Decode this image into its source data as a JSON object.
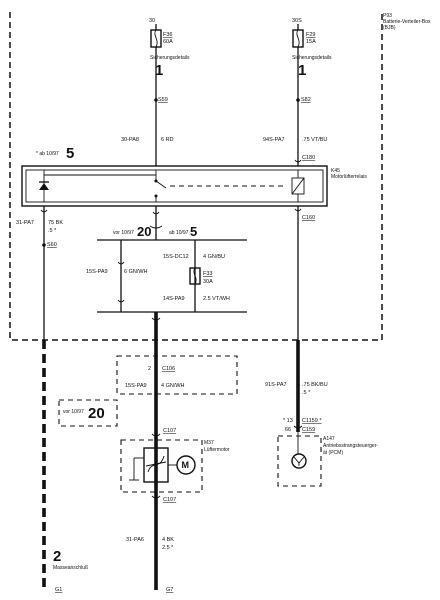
{
  "power_box": {
    "code": "P93",
    "name": "Batterie-Verteiler-Box",
    "code2": "(BJB)"
  },
  "left_feed": {
    "terminal": "30",
    "fuse": "F36",
    "rating": "60A",
    "details": "Sicherungsdetails",
    "ref": "1",
    "splice": "S59",
    "circuit": "30-PA8",
    "wire": "6 RD"
  },
  "right_feed": {
    "terminal": "30S",
    "fuse": "F29",
    "rating": "15A",
    "details": "Sicherungsdetails",
    "ref": "1",
    "splice": "S82",
    "circuit": "94S-PA7",
    "wire": ".75 VT/BU",
    "connector_top": "C180",
    "connector_bottom": "C160"
  },
  "relay": {
    "note": "* ab 10/97",
    "ref": "5",
    "code": "K45",
    "name": "Motorlüfterrelais"
  },
  "left_ground": {
    "circuit": "31-PA7",
    "wire": "75 BK",
    "wire2": ".5 *",
    "splice": "S60"
  },
  "branch": {
    "before_note": "vor 10/97",
    "before_ref": "20",
    "after_note": "ab 10/97",
    "after_ref": "5",
    "left_circuit": "15S-PA9",
    "left_wire": "6 GN/WH",
    "right_circuit_top": "15S-DC12",
    "right_wire_top": "4 GN/BU",
    "fuse": "F33",
    "fuse_rating": "30A",
    "right_circuit_bottom": "14S-PA9",
    "right_wire_bottom": "2.5 VT/WH"
  },
  "connector_c106": {
    "pin": "2",
    "code": "C106",
    "circuit": "15S-PA9",
    "wire": "4 GN/WH"
  },
  "side_note": {
    "note": "vor 10/97",
    "ref": "20"
  },
  "motor": {
    "connector_top": "C107",
    "code": "M37",
    "name": "Lüftermotor",
    "connector_bottom": "C107",
    "circuit": "31-PA6",
    "wire": "4 BK",
    "wire2": "2.5 *",
    "ground": "G7"
  },
  "pcm": {
    "circuit": "91S-PA7",
    "wire": ".75 BK/BU",
    "wire2": ".5 *",
    "pin_a": "* 13",
    "connector_a": "C1159 *",
    "pin_b": "66",
    "connector_b": "C159",
    "code": "A147",
    "name_line1": "Antriebsstrangsteuerger-",
    "name_line2": "ät (PCM)"
  },
  "ground_left": {
    "ref": "2",
    "label": "Masseanschluß",
    "ground": "G1"
  }
}
